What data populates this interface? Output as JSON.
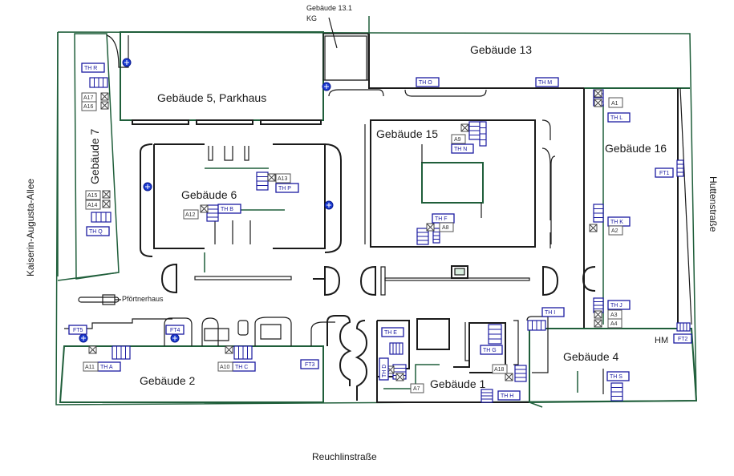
{
  "map": {
    "streets": {
      "left": "Kaiserin-Augusta-Allee",
      "right": "Huttenstraße",
      "bottom": "Reuchlinstraße"
    },
    "buildings": [
      {
        "id": "g13_1",
        "label": "Gebäude 13.1",
        "sublabel": "KG"
      },
      {
        "id": "g13",
        "label": "Gebäude 13"
      },
      {
        "id": "g5",
        "label": "Gebäude 5, Parkhaus"
      },
      {
        "id": "g7",
        "label": "Gebäude 7"
      },
      {
        "id": "g6",
        "label": "Gebäude 6"
      },
      {
        "id": "g15",
        "label": "Gebäude 15"
      },
      {
        "id": "g16",
        "label": "Gebäude 16"
      },
      {
        "id": "g2",
        "label": "Gebäude 2"
      },
      {
        "id": "g1",
        "label": "Gebäude 1"
      },
      {
        "id": "g4",
        "label": "Gebäude 4"
      },
      {
        "id": "pfoertner",
        "label": "Pförtnerhaus"
      }
    ],
    "stairwells": [
      {
        "id": "R",
        "label": "TH    R"
      },
      {
        "id": "Q",
        "label": "TH    Q"
      },
      {
        "id": "P",
        "label": "TH    P"
      },
      {
        "id": "B",
        "label": "TH    B"
      },
      {
        "id": "O",
        "label": "TH    O"
      },
      {
        "id": "M",
        "label": "TH    M"
      },
      {
        "id": "N",
        "label": "TH    N"
      },
      {
        "id": "F",
        "label": "TH    F"
      },
      {
        "id": "L",
        "label": "TH    L"
      },
      {
        "id": "K",
        "label": "TH    K"
      },
      {
        "id": "J",
        "label": "TH    J"
      },
      {
        "id": "I",
        "label": "TH    I"
      },
      {
        "id": "A",
        "label": "TH    A"
      },
      {
        "id": "C",
        "label": "TH    C"
      },
      {
        "id": "E",
        "label": "TH    E"
      },
      {
        "id": "D",
        "label": "TH    D"
      },
      {
        "id": "G",
        "label": "TH    G"
      },
      {
        "id": "H",
        "label": "TH    H"
      },
      {
        "id": "S",
        "label": "TH    S"
      }
    ],
    "elevators": [
      {
        "id": "A1",
        "label": "A1"
      },
      {
        "id": "A2",
        "label": "A2"
      },
      {
        "id": "A3",
        "label": "A3"
      },
      {
        "id": "A4",
        "label": "A4"
      },
      {
        "id": "A7",
        "label": "A7"
      },
      {
        "id": "A8",
        "label": "A8"
      },
      {
        "id": "A9",
        "label": "A9"
      },
      {
        "id": "A10",
        "label": "A10"
      },
      {
        "id": "A11",
        "label": "A11"
      },
      {
        "id": "A12",
        "label": "A12"
      },
      {
        "id": "A13",
        "label": "A13"
      },
      {
        "id": "A14",
        "label": "A14"
      },
      {
        "id": "A15",
        "label": "A15"
      },
      {
        "id": "A16",
        "label": "A16"
      },
      {
        "id": "A17",
        "label": "A17"
      },
      {
        "id": "A18",
        "label": "A18"
      }
    ],
    "fire_exits": [
      {
        "id": "FT1",
        "label": "FT1"
      },
      {
        "id": "FT2",
        "label": "FT2"
      },
      {
        "id": "FT3",
        "label": "FT3"
      },
      {
        "id": "FT4",
        "label": "FT4"
      },
      {
        "id": "FT5",
        "label": "FT5"
      }
    ],
    "markers": {
      "hm": "HM"
    },
    "colors": {
      "site_boundary": "#1f5e3a",
      "walls": "#1a1a1a",
      "stairwell": "#1a1aa0",
      "hydrant": "#1a3ad0"
    }
  }
}
